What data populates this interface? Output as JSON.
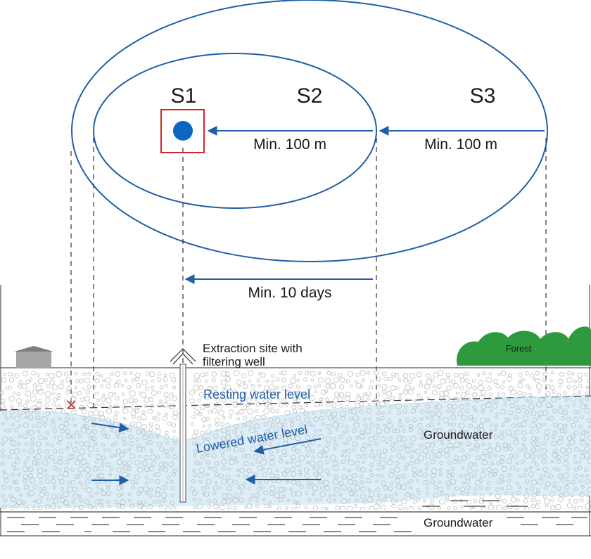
{
  "zones": {
    "s1": "S1",
    "s2": "S2",
    "s3": "S3"
  },
  "distances": {
    "s2_to_s1": "Min. 100 m",
    "s3_to_s2": "Min. 100 m",
    "travel_time": "Min. 10 days"
  },
  "labels": {
    "extraction_line1": "Extraction site with",
    "extraction_line2": "filtering well",
    "forest": "Forest",
    "resting_water": "Resting water level",
    "lowered_water": "Lowered water level",
    "groundwater_upper": "Groundwater",
    "groundwater_lower": "Groundwater"
  },
  "colors": {
    "zone_outline": "#1f5fa8",
    "well_dot": "#0b66c2",
    "well_box": "#d4262a",
    "arrow": "#1f5fa8",
    "water": "#dceef8",
    "forest": "#2e9a3e",
    "house": "#a6a6a6",
    "gravel": "#bdbdbd",
    "marker": "#d4262a"
  },
  "icons": {
    "house": "house-icon",
    "forest": "forest-icon",
    "well": "well-icon",
    "marker": "cross-marker-icon"
  }
}
